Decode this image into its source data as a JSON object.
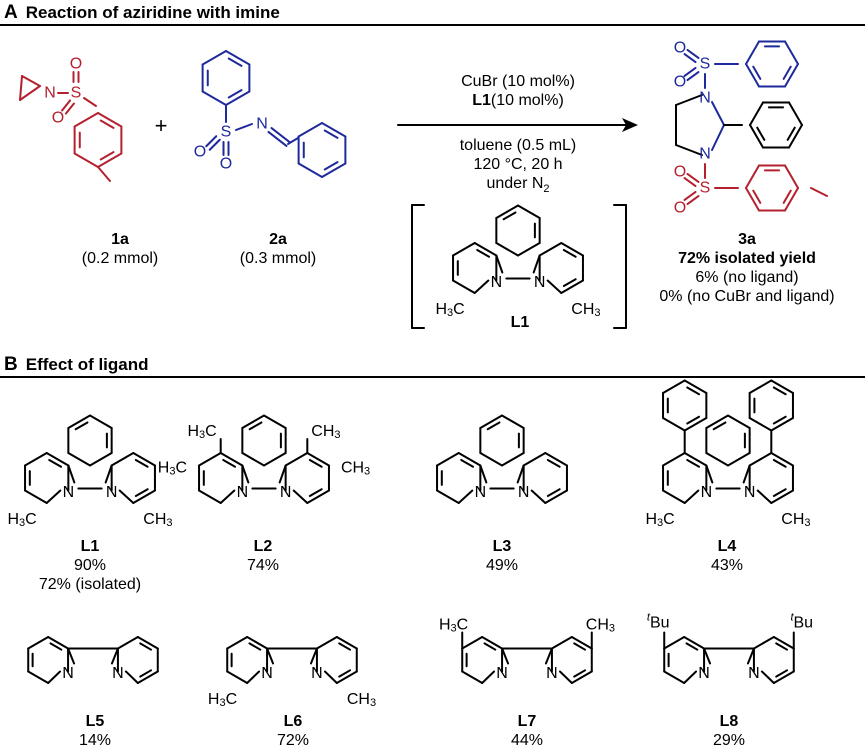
{
  "colors": {
    "reagent_1a": "#b5202e",
    "reagent_2a": "#1e2a9c",
    "ink": "#000000"
  },
  "section_a": {
    "letter": "A",
    "title": "Reaction of aziridine with imine",
    "reagent_1a": {
      "label": "1a",
      "amount": "(0.2 mmol)"
    },
    "plus": "+",
    "reagent_2a": {
      "label": "2a",
      "amount": "(0.3 mmol)"
    },
    "conditions": {
      "catalyst": "CuBr (10 mol%)",
      "ligand_bold": "L1",
      "ligand_rest": "(10 mol%)",
      "solvent": "toluene (0.5 mL)",
      "temp_time": "120 °C, 20 h",
      "atmosphere": "under N",
      "atmosphere_sub": "2"
    },
    "boxed_ligand_label": "L1",
    "product": {
      "label": "3a",
      "yield": "72% isolated yield",
      "no_ligand": "6% (no ligand)",
      "no_cubr": "0% (no CuBr and ligand)"
    }
  },
  "section_b": {
    "letter": "B",
    "title": "Effect of ligand",
    "ligands": [
      {
        "id": "L1",
        "value": "90%",
        "note": "72% (isolated)"
      },
      {
        "id": "L2",
        "value": "74%"
      },
      {
        "id": "L3",
        "value": "49%"
      },
      {
        "id": "L4",
        "value": "43%"
      },
      {
        "id": "L5",
        "value": "14%"
      },
      {
        "id": "L6",
        "value": "72%"
      },
      {
        "id": "L7",
        "value": "44%"
      },
      {
        "id": "L8",
        "value": "29%"
      }
    ]
  },
  "atoms": {
    "N": "N",
    "S": "S",
    "O": "O",
    "methyl": "CH3",
    "methyl_left": "H3C",
    "tbu_sup": "t",
    "tbu": "Bu"
  }
}
